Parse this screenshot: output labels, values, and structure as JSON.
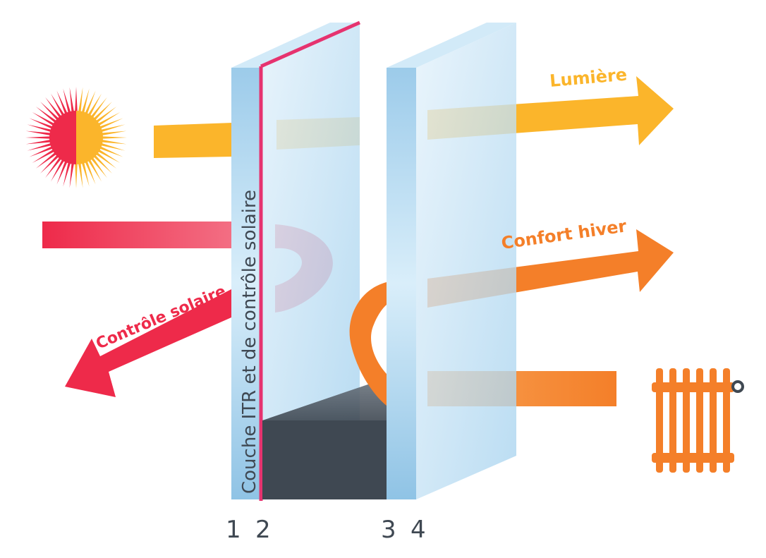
{
  "labels": {
    "lumiere": "Lumière",
    "confort_hiver": "Confort hiver",
    "controle_solaire": "Contrôle solaire",
    "couche": "Couche ITR et de contrôle solaire"
  },
  "faces": [
    "1",
    "2",
    "3",
    "4"
  ],
  "icons": {
    "sun": "sun-icon",
    "radiator": "radiator-icon"
  },
  "colors": {
    "light": "#fbb52b",
    "solar": "#ee2a4a",
    "heat": "#f47f29",
    "glass": "#bfe0f4",
    "glass_edge": "#8cc4e6",
    "coating": "#e6336f",
    "spacer": "#3f4852"
  }
}
